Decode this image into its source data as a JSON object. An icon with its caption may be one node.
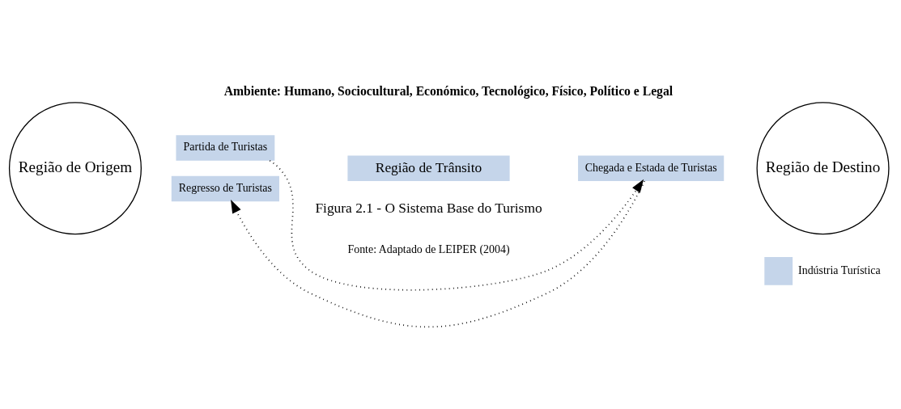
{
  "diagram": {
    "title": "Ambiente: Humano, Sociocultural, Económico, Tecnológico, Físico, Político e Legal",
    "caption": "Figura 2.1 - O Sistema Base do Turismo",
    "nodes": [
      {
        "text": [
          "Região de Origem"
        ]
      },
      {
        "text": [
          "Partida de Turistas"
        ]
      },
      {
        "text": [
          "Regresso de Turistas"
        ]
      },
      {
        "text": [
          "Região de Trânsito"
        ]
      },
      {
        "text": [
          "Chegada e Estada de Turistas"
        ]
      },
      {
        "text": [
          "Região de Destino"
        ]
      }
    ],
    "edges": [
      {
        "from": 1,
        "to": 4,
        "arrow": "to",
        "style": "dashed"
      },
      {
        "from": 4,
        "to": 2,
        "arrow": "to",
        "style": "dashed"
      }
    ],
    "labels": [
      "Fonte: Adaptado de LEIPER (2004)"
    ],
    "legend": [
      {
        "text": "Indústria Turística",
        "color": "#c5d5ea"
      }
    ]
  }
}
